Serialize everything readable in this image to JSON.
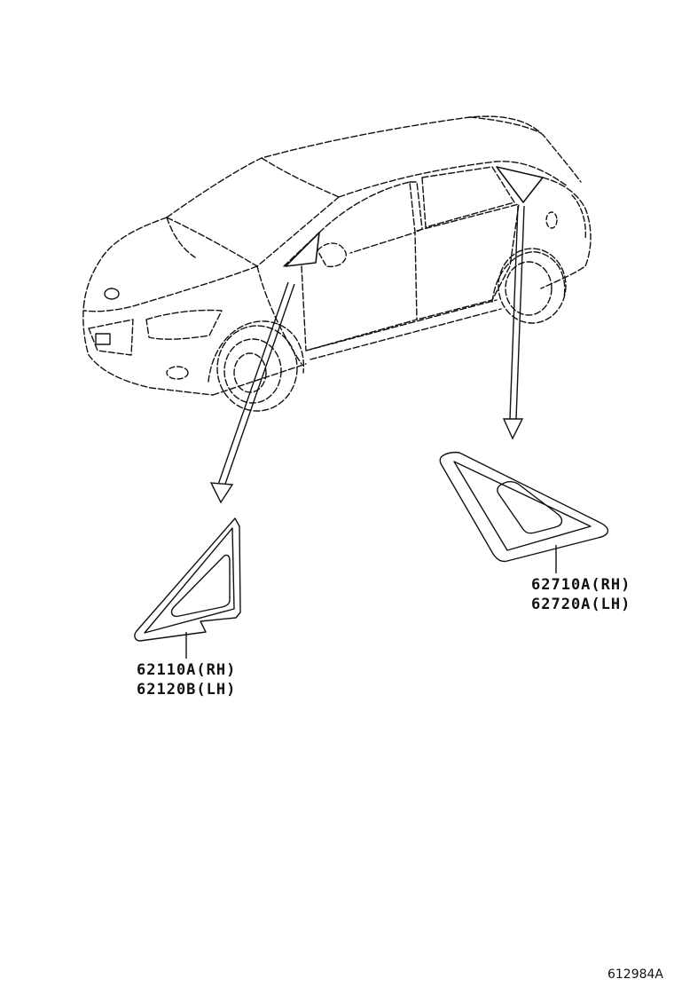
{
  "diagram": {
    "parts": [
      {
        "id": "front-quarter-glass",
        "numbers": [
          "62110A(RH)",
          "62120B(LH)"
        ]
      },
      {
        "id": "rear-quarter-glass",
        "numbers": [
          "62710A(RH)",
          "62720A(LH)"
        ]
      }
    ],
    "reference_code": "612984A",
    "line_color": "#111111"
  }
}
